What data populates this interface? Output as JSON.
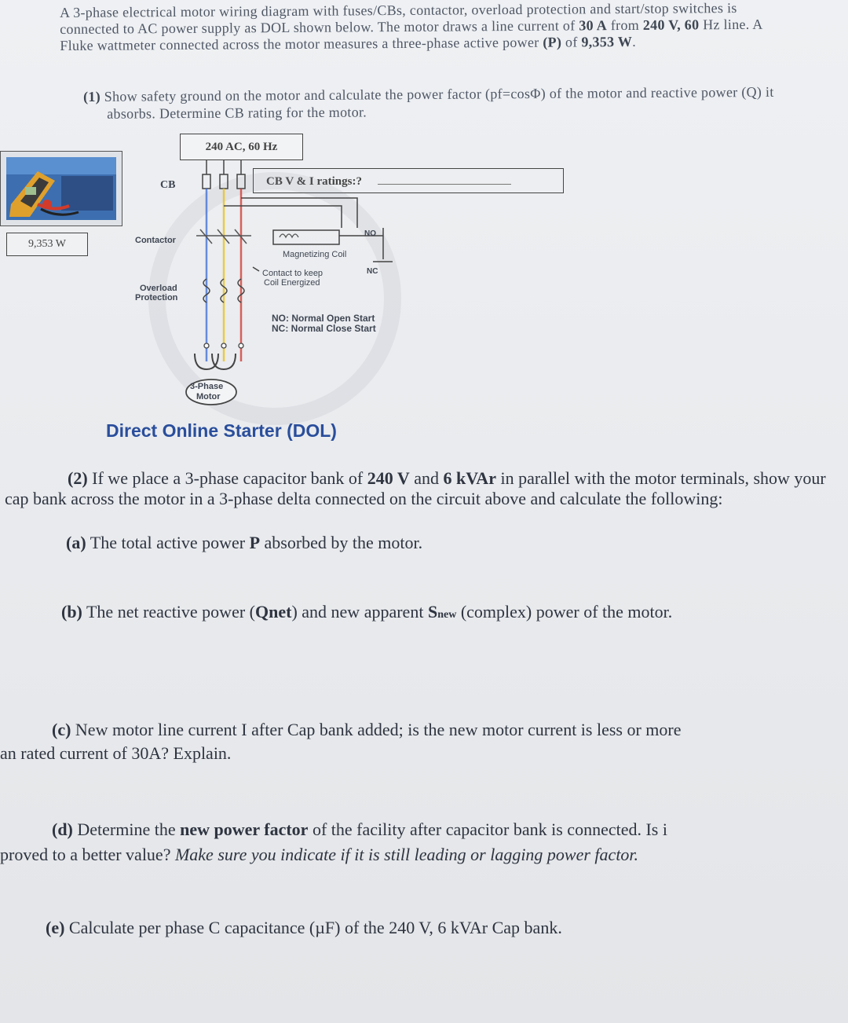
{
  "intro": {
    "text_1": "A 3-phase electrical motor wiring diagram with fuses/CBs, contactor, overload protection and start/stop switches is connected to AC power supply as DOL shown below. The motor draws a line current of ",
    "current": "30 A",
    "text_2": " from ",
    "voltage": "240 V, 60",
    "text_3": " Hz line. A Fluke wattmeter connected across the motor measures a three-phase active power ",
    "p_symbol": "(P)",
    "text_4": " of ",
    "power": "9,353 W",
    "text_5": "."
  },
  "q1": {
    "number": "(1)",
    "text": " Show safety ground on the motor and calculate the power factor (pf=cosΦ) of the motor and reactive power (Q) it absorbs. Determine CB rating for the motor."
  },
  "diagram": {
    "supply_label": "240 AC, 60 Hz",
    "cb_label": "CB",
    "cb_ratings_label": "CB  V & I ratings:?",
    "wattmeter_reading": "9,353 W",
    "contactor_label": "Contactor",
    "overload_label_1": "Overload",
    "overload_label_2": "Protection",
    "no_label": "NO",
    "nc_label": "NC",
    "coil_label": "Magnetizing Coil",
    "keep_label_1": "Contact to keep",
    "keep_label_2": "Coil Energized",
    "legend_no": "NO: Normal Open Start",
    "legend_nc": "NC: Normal Close Start",
    "motor_label_1": "3-Phase",
    "motor_label_2": "Motor",
    "title": "Direct Online Starter (DOL)",
    "colors": {
      "phase_a": "#3a6ad0",
      "phase_b": "#e8c21c",
      "phase_c": "#d0322a",
      "title": "#2a4e9c"
    }
  },
  "q2": {
    "number": "(2)",
    "text_1": " If we place a 3-phase capacitor bank of ",
    "cap_voltage": "240 V",
    "text_2": " and ",
    "cap_kvar": "6 kVAr",
    "text_3": " in parallel with the motor terminals, show your cap bank across the motor in a 3-phase delta connected on the circuit above and calculate the following:"
  },
  "qa": {
    "label": "(a)",
    "text_1": " The total active power ",
    "bold": "P",
    "text_2": " absorbed by the motor."
  },
  "qb": {
    "label": "(b)",
    "text_1": " The net reactive power (",
    "qnet": "Qnet",
    "text_2": ") and new apparent ",
    "s": "S",
    "sub": "new",
    "text_3": " (complex) power of the motor."
  },
  "qc": {
    "label": "(c)",
    "text_1": " New motor line current I after Cap bank added; is the new motor current is less or more",
    "text_2": "an rated current of 30A? Explain."
  },
  "qd": {
    "label": "(d)",
    "text_1": " Determine the ",
    "bold": "new power factor",
    "text_2": " of the facility after capacitor bank is connected. Is i",
    "line2_1": "proved to a better value? ",
    "italic": "Make sure you indicate if it is still leading or lagging power factor."
  },
  "qe": {
    "label": "(e)",
    "text": " Calculate per phase C capacitance (µF) of the 240 V, 6 kVAr Cap bank."
  }
}
